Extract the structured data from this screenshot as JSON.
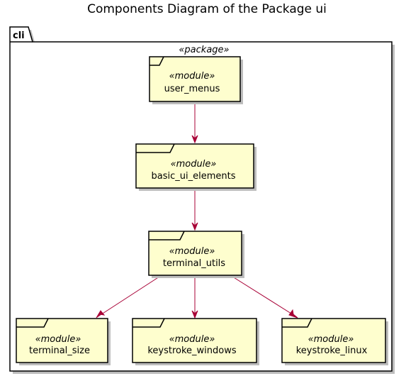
{
  "diagram": {
    "title": "Components Diagram of the Package ui",
    "package": {
      "name": "cli",
      "stereotype": "«package»"
    },
    "modules": [
      {
        "id": "user_menus",
        "stereotype": "«module»",
        "name": "user_menus"
      },
      {
        "id": "basic_ui_elements",
        "stereotype": "«module»",
        "name": "basic_ui_elements"
      },
      {
        "id": "terminal_utils",
        "stereotype": "«module»",
        "name": "terminal_utils"
      },
      {
        "id": "terminal_size",
        "stereotype": "«module»",
        "name": "terminal_size"
      },
      {
        "id": "keystroke_windows",
        "stereotype": "«module»",
        "name": "keystroke_windows"
      },
      {
        "id": "keystroke_linux",
        "stereotype": "«module»",
        "name": "keystroke_linux"
      }
    ],
    "dependencies": [
      {
        "from": "user_menus",
        "to": "basic_ui_elements"
      },
      {
        "from": "basic_ui_elements",
        "to": "terminal_utils"
      },
      {
        "from": "terminal_utils",
        "to": "terminal_size"
      },
      {
        "from": "terminal_utils",
        "to": "keystroke_windows"
      },
      {
        "from": "terminal_utils",
        "to": "keystroke_linux"
      }
    ],
    "colors": {
      "module_fill": "#FEFECE",
      "arrow": "#A80036",
      "border": "#000000"
    }
  }
}
